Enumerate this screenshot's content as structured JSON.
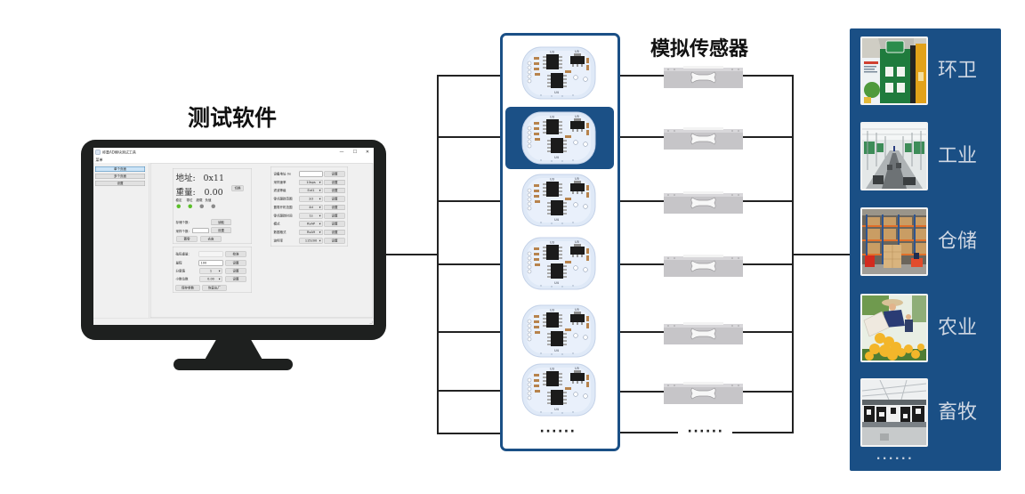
{
  "headings": {
    "software": "测试软件",
    "sensors": "模拟传感器"
  },
  "software_window": {
    "title": "称重AD模块测试工具",
    "controls": {
      "minimize": "—",
      "maximize": "☐",
      "close": "✕"
    },
    "menu": [
      "菜单"
    ],
    "sidebar": [
      {
        "label": "单个页面",
        "active": true
      },
      {
        "label": "多个页面",
        "active": false
      },
      {
        "label": "设置",
        "active": false
      }
    ],
    "status_panel": {
      "address_label": "地址:",
      "address_value": "0x11",
      "weight_label": "重量:",
      "weight_value": "0.00",
      "switch_button": "切换",
      "indicators": [
        {
          "label": "稳定",
          "color": "#5bbf2a"
        },
        {
          "label": "零位",
          "color": "#5bbf2a"
        },
        {
          "label": "超载",
          "color": "#8a8a8a"
        },
        {
          "label": "负值",
          "color": "#8a8a8a"
        }
      ],
      "stored_count_label": "存储个数:",
      "read_button": "读取",
      "sample_count_label": "采样个数:",
      "sample_count_value": "",
      "sample_set_button": "设置",
      "zero_button": "置零",
      "tare_button": "去皮"
    },
    "calibration_panel": {
      "rows": [
        {
          "label": "砝码重量:",
          "value": "",
          "button": "校准"
        },
        {
          "label": "量程",
          "value": "100",
          "button": "设置"
        },
        {
          "label": "分度值",
          "value": "1",
          "button": "设置"
        },
        {
          "label": "小数位数",
          "value": "0.00",
          "button": "设置"
        }
      ],
      "save_button": "保存参数",
      "reset_button": "恢复出厂"
    },
    "settings_panel": {
      "rows": [
        {
          "label": "设备地址 0x",
          "value": "",
          "button": "设置"
        },
        {
          "label": "采样速率",
          "value": "10sps",
          "button": "设置"
        },
        {
          "label": "滤波等级",
          "value": "Ext1",
          "button": "设置"
        },
        {
          "label": "零点跟踪范围",
          "value": "2d",
          "button": "设置"
        },
        {
          "label": "置零开机范围",
          "value": "4d",
          "button": "设置"
        },
        {
          "label": "零点跟踪时间",
          "value": "1s",
          "button": "设置"
        },
        {
          "label": "模式",
          "value": "RxAP",
          "button": "设置"
        },
        {
          "label": "数据格式",
          "value": "RxA9",
          "button": "设置"
        },
        {
          "label": "波特率",
          "value": "115200",
          "button": "设置"
        }
      ]
    },
    "select_caret": "▾"
  },
  "boards": {
    "count": 6,
    "selected_index": 1,
    "silkscreen": {
      "u3": "U3",
      "u4": "U4",
      "u5": "U5"
    },
    "more": "······"
  },
  "sensors": {
    "count": 6,
    "more": "······"
  },
  "applications": [
    {
      "label": "环卫"
    },
    {
      "label": "工业"
    },
    {
      "label": "仓储"
    },
    {
      "label": "农业"
    },
    {
      "label": "畜牧"
    }
  ],
  "applications_more": "······",
  "colors": {
    "accent_blue": "#1b5086",
    "panel_blue": "#1a4f85",
    "connector_line": "#222222",
    "monitor_body": "#1e201f",
    "indicator_on": "#5bbf2a",
    "indicator_off": "#8a8a8a"
  }
}
